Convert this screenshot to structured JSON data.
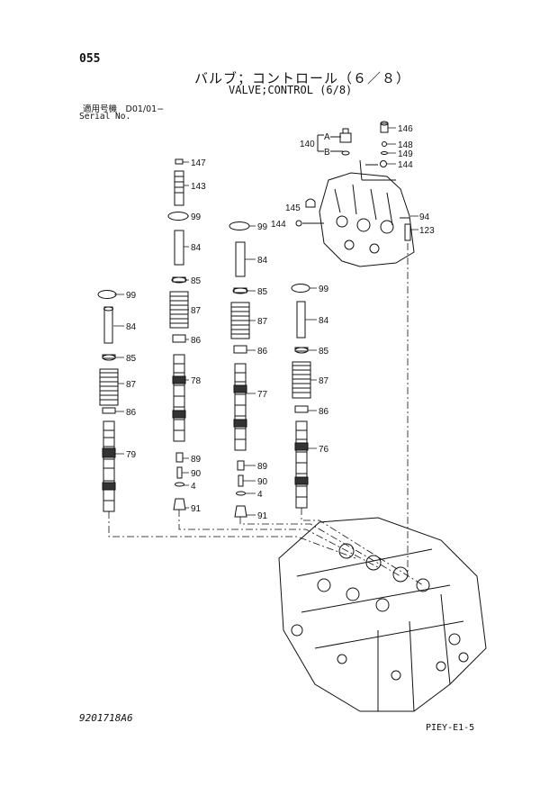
{
  "page_number": "055",
  "title_jp": "バルブ；コントロール（６／８）",
  "title_en": "VALVE;CONTROL (6/8)",
  "serial_label_jp": "適用号機　D01/01−",
  "serial_label_en": "Serial No.",
  "drawing_number": "9201718A6",
  "figure_code": "PIEY-E1-5",
  "callouts": {
    "c146": "146",
    "c148": "148",
    "c149": "149",
    "c144a": "144",
    "c140": "140",
    "cA": "A",
    "cB": "B",
    "c145": "145",
    "c144b": "144",
    "c94": "94",
    "c123": "123",
    "c147": "147",
    "c143": "143",
    "c99_2": "99",
    "c84_2": "84",
    "c85_2": "85",
    "c87_2": "87",
    "c86_2": "86",
    "c78": "78",
    "c89_2": "89",
    "c90_2": "90",
    "c4_2": "4",
    "c91_2": "91",
    "c99_3": "99",
    "c84_3": "84",
    "c85_3": "85",
    "c87_3": "87",
    "c86_3": "86",
    "c77": "77",
    "c89_3": "89",
    "c90_3": "90",
    "c4_3": "4",
    "c91_3": "91",
    "c99_1": "99",
    "c84_1": "84",
    "c85_1": "85",
    "c87_1": "87",
    "c86_1": "86",
    "c79": "79",
    "c99_4": "99",
    "c84_4": "84",
    "c85_4": "85",
    "c87_4": "87",
    "c86_4": "86",
    "c76": "76"
  }
}
